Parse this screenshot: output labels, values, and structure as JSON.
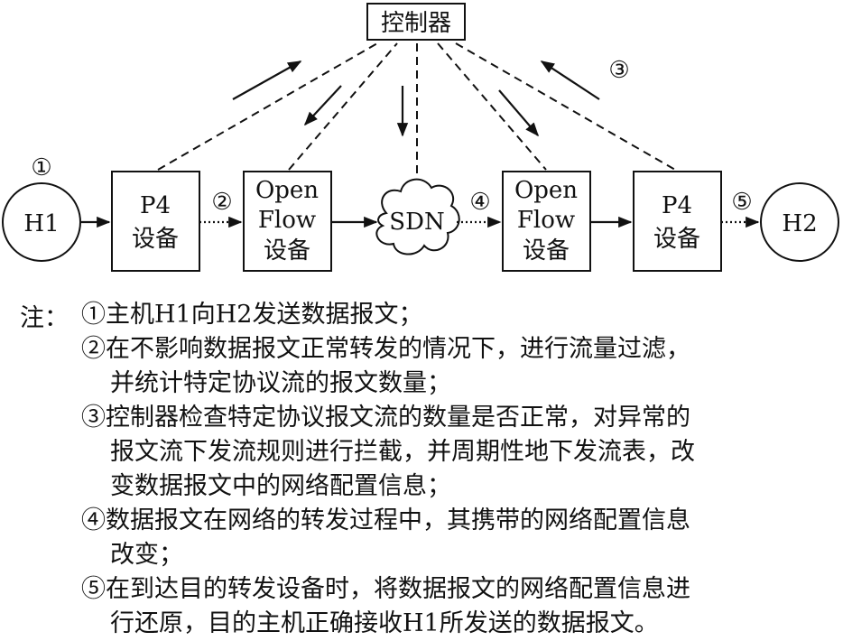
{
  "nodes": {
    "controller": "控制器",
    "h1": "H1",
    "h2": "H2",
    "p4_left": [
      "P4",
      "设备"
    ],
    "openflow_left": [
      "Open",
      "Flow",
      "设备"
    ],
    "sdn": "SDN",
    "openflow_right": [
      "Open",
      "Flow",
      "设备"
    ],
    "p4_right": [
      "P4",
      "设备"
    ]
  },
  "markers": {
    "m1": "①",
    "m2": "②",
    "m3": "③",
    "m4": "④",
    "m5": "⑤"
  },
  "notes": {
    "label": "注：",
    "items": [
      {
        "lines": [
          "①主机H1向H2发送数据报文；"
        ]
      },
      {
        "lines": [
          "②在不影响数据报文正常转发的情况下，进行流量过滤，",
          "并统计特定协议流的报文数量；"
        ]
      },
      {
        "lines": [
          "③控制器检查特定协议报文流的数量是否正常，对异常的",
          "报文流下发流规则进行拦截，并周期性地下发流表，改",
          "变数据报文中的网络配置信息；"
        ]
      },
      {
        "lines": [
          "④数据报文在网络的转发过程中，其携带的网络配置信息",
          "改变；"
        ]
      },
      {
        "lines": [
          "⑤在到达目的转发设备时，将数据报文的网络配置信息进",
          "行还原，目的主机正确接收H1所发送的数据报文。"
        ]
      }
    ]
  }
}
